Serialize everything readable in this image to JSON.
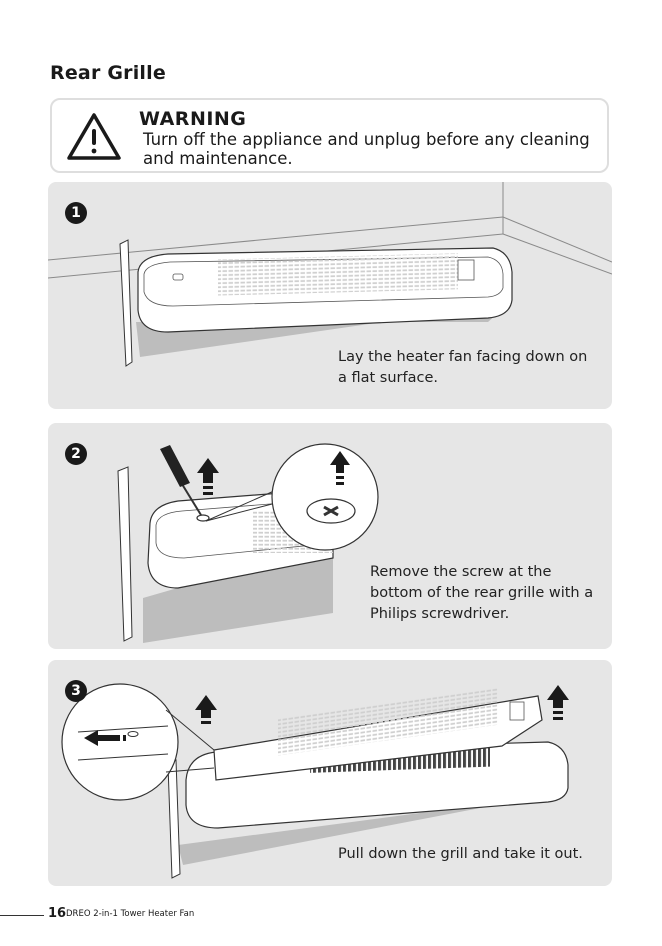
{
  "section_title": "Rear Grille",
  "warning": {
    "title": "WARNING",
    "text": "Turn off the appliance and unplug before any cleaning and maintenance."
  },
  "steps": [
    {
      "number": "1",
      "caption": "Lay the heater fan facing down on a flat surface."
    },
    {
      "number": "2",
      "caption": "Remove the screw at the bottom of the rear grille with a Philips screwdriver."
    },
    {
      "number": "3",
      "caption": "Pull down the grill and take it out."
    }
  ],
  "footer": {
    "page_number": "16",
    "text": "DREO 2-in-1 Tower Heater Fan"
  }
}
